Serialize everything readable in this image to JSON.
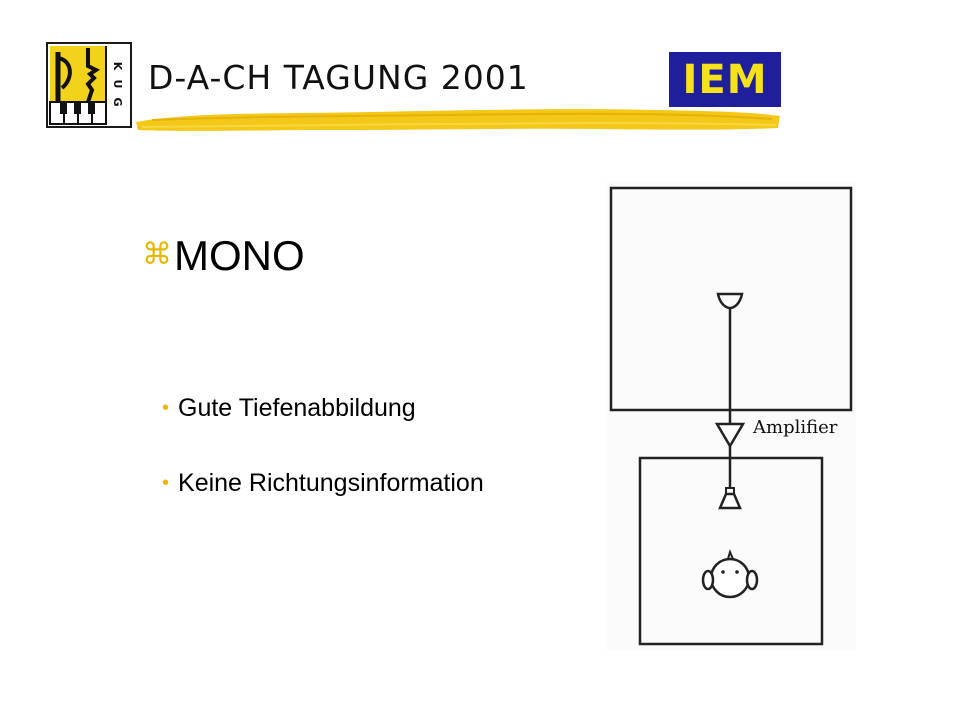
{
  "header": {
    "title": "D-A-CH TAGUNG 2001",
    "kug_logo_letters": [
      "K",
      "U",
      "G"
    ],
    "iem_logo_text": "IEM",
    "colors": {
      "iem_bg": "#1f1f9c",
      "iem_text": "#f5e21a",
      "brush": "#f2c200"
    }
  },
  "content": {
    "main_bullet": "MONO",
    "main_bullet_marker": "z-bullet-icon",
    "sub_bullets": [
      "Gute Tiefenabbildung",
      "Keine Richtungsinformation"
    ],
    "bullet_color": "#f2b705"
  },
  "diagram": {
    "amplifier_label": "Amplifier",
    "icons": [
      "microphone-icon",
      "amplifier-icon",
      "loudspeaker-icon",
      "listener-head-icon"
    ]
  }
}
